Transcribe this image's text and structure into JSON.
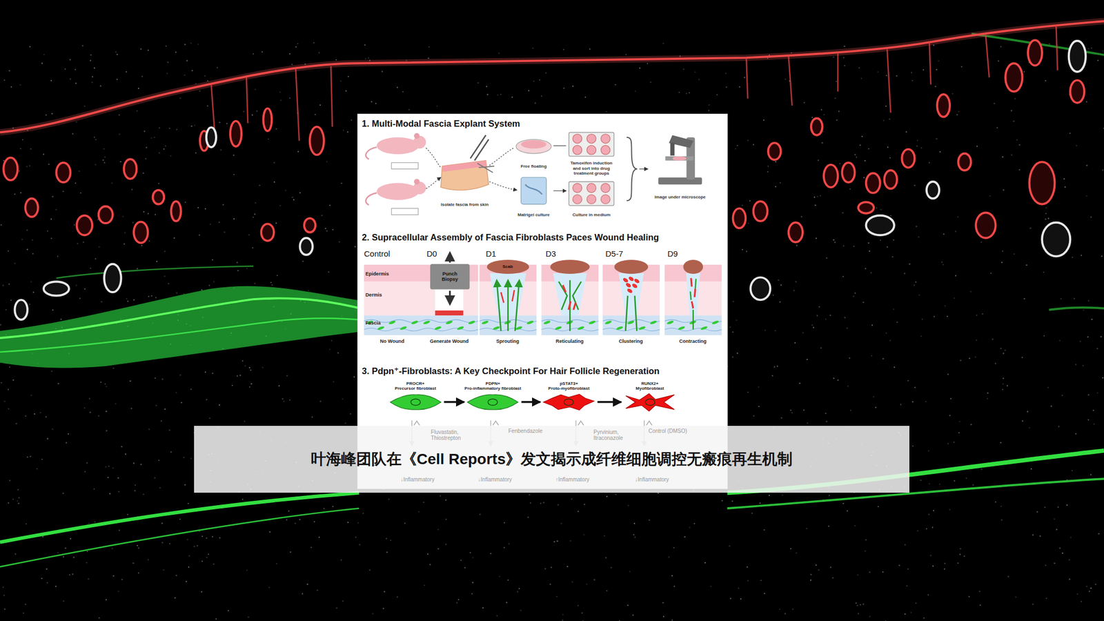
{
  "diagram": {
    "caption": "叶海峰团队在《Cell Reports》发文揭示成纤维细胞调控无瘢痕再生机制",
    "nodes": [
      {
        "text": [
          "PROCR+",
          "Precursor fibroblast"
        ]
      },
      {
        "text": [
          "PDPN+",
          "Pro-inflammatory fibroblast"
        ]
      },
      {
        "text": [
          "pSTAT3+",
          "Proto-myofibroblast"
        ]
      },
      {
        "text": [
          "RUNX2+",
          "Myofibroblast"
        ]
      }
    ],
    "edges": [
      {
        "from": 0,
        "to": 1,
        "arrow": "to"
      },
      {
        "from": 1,
        "to": 2,
        "arrow": "to"
      },
      {
        "from": 2,
        "to": 3,
        "arrow": "to"
      }
    ],
    "labels": [
      "1. Multi-Modal Fascia Explant System",
      "Isolate fascia from skin",
      "Free floating",
      "Matrigel culture",
      "Tamoxifen induction and sort into drug treatment groups",
      "Culture in medium",
      "Image under microscope",
      "2. Supracellular Assembly of Fascia Fibroblasts Paces Wound Healing",
      "Control",
      "D0",
      "D1",
      "D3",
      "D5-7",
      "D9",
      "Epidermis",
      "Dermis",
      "Fascia",
      "Punch Biopsy",
      "Scab",
      "No Wound",
      "Generate Wound",
      "Sprouting",
      "Reticulating",
      "Clustering",
      "Contracting",
      "3. Pdpn⁺-Fibroblasts: A Key Checkpoint For Hair Follicle Regeneration",
      "Fluvastatin, Thiostrepton",
      "Fenbendazole",
      "Pyrvinium, Itraconazole",
      "Control (DMSO)",
      "↓Inflammatory",
      "↓Inflammatory",
      "↑Inflammatory",
      "↓Inflammatory"
    ]
  }
}
